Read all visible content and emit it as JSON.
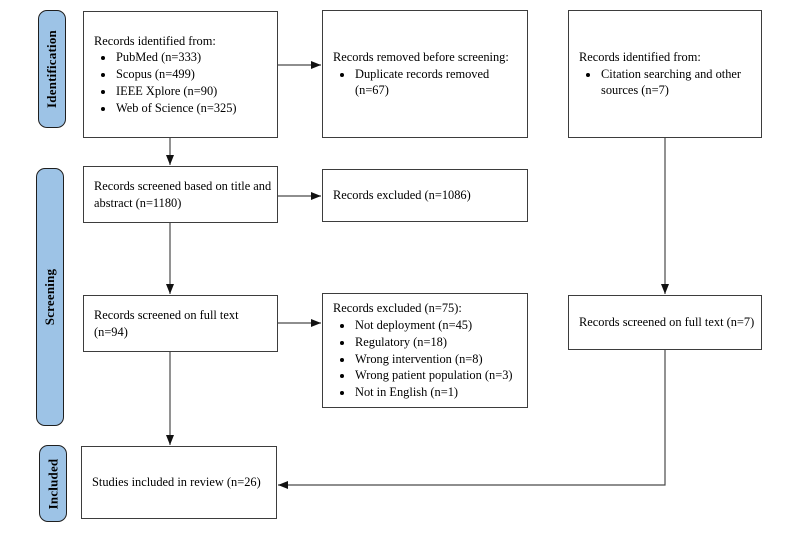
{
  "colors": {
    "stage_fill": "#9DC3E6",
    "stage_border": "#1F1F1F",
    "box_border": "#3D3D3D",
    "arrow": "#4A4A4A",
    "arrow_head": "#111111"
  },
  "stages": {
    "identification": "Identification",
    "screening": "Screening",
    "included": "Included"
  },
  "boxes": {
    "identified_databases": {
      "title": "Records identified from:",
      "bullets": [
        "PubMed (n=333)",
        "Scopus (n=499)",
        "IEEE Xplore (n=90)",
        "Web of Science (n=325)"
      ]
    },
    "removed_before_screening": {
      "title": "Records removed before screening:",
      "bullets": [
        "Duplicate records removed (n=67)"
      ]
    },
    "identified_citation": {
      "title": "Records identified from:",
      "bullets": [
        "Citation searching and other sources (n=7)"
      ]
    },
    "screened_title_abstract": {
      "title": "Records screened based on title and abstract (n=1180)"
    },
    "excluded_title_abstract": {
      "title": "Records excluded (n=1086)"
    },
    "screened_full_text": {
      "title": "Records screened on full text (n=94)"
    },
    "excluded_full_text": {
      "title": "Records excluded (n=75):",
      "bullets": [
        "Not deployment (n=45)",
        "Regulatory (n=18)",
        "Wrong intervention (n=8)",
        "Wrong patient population (n=3)",
        "Not in English (n=1)"
      ]
    },
    "screened_full_text_citation": {
      "title": "Records screened on full text (n=7)"
    },
    "studies_included": {
      "title": "Studies included in review (n=26)"
    }
  }
}
